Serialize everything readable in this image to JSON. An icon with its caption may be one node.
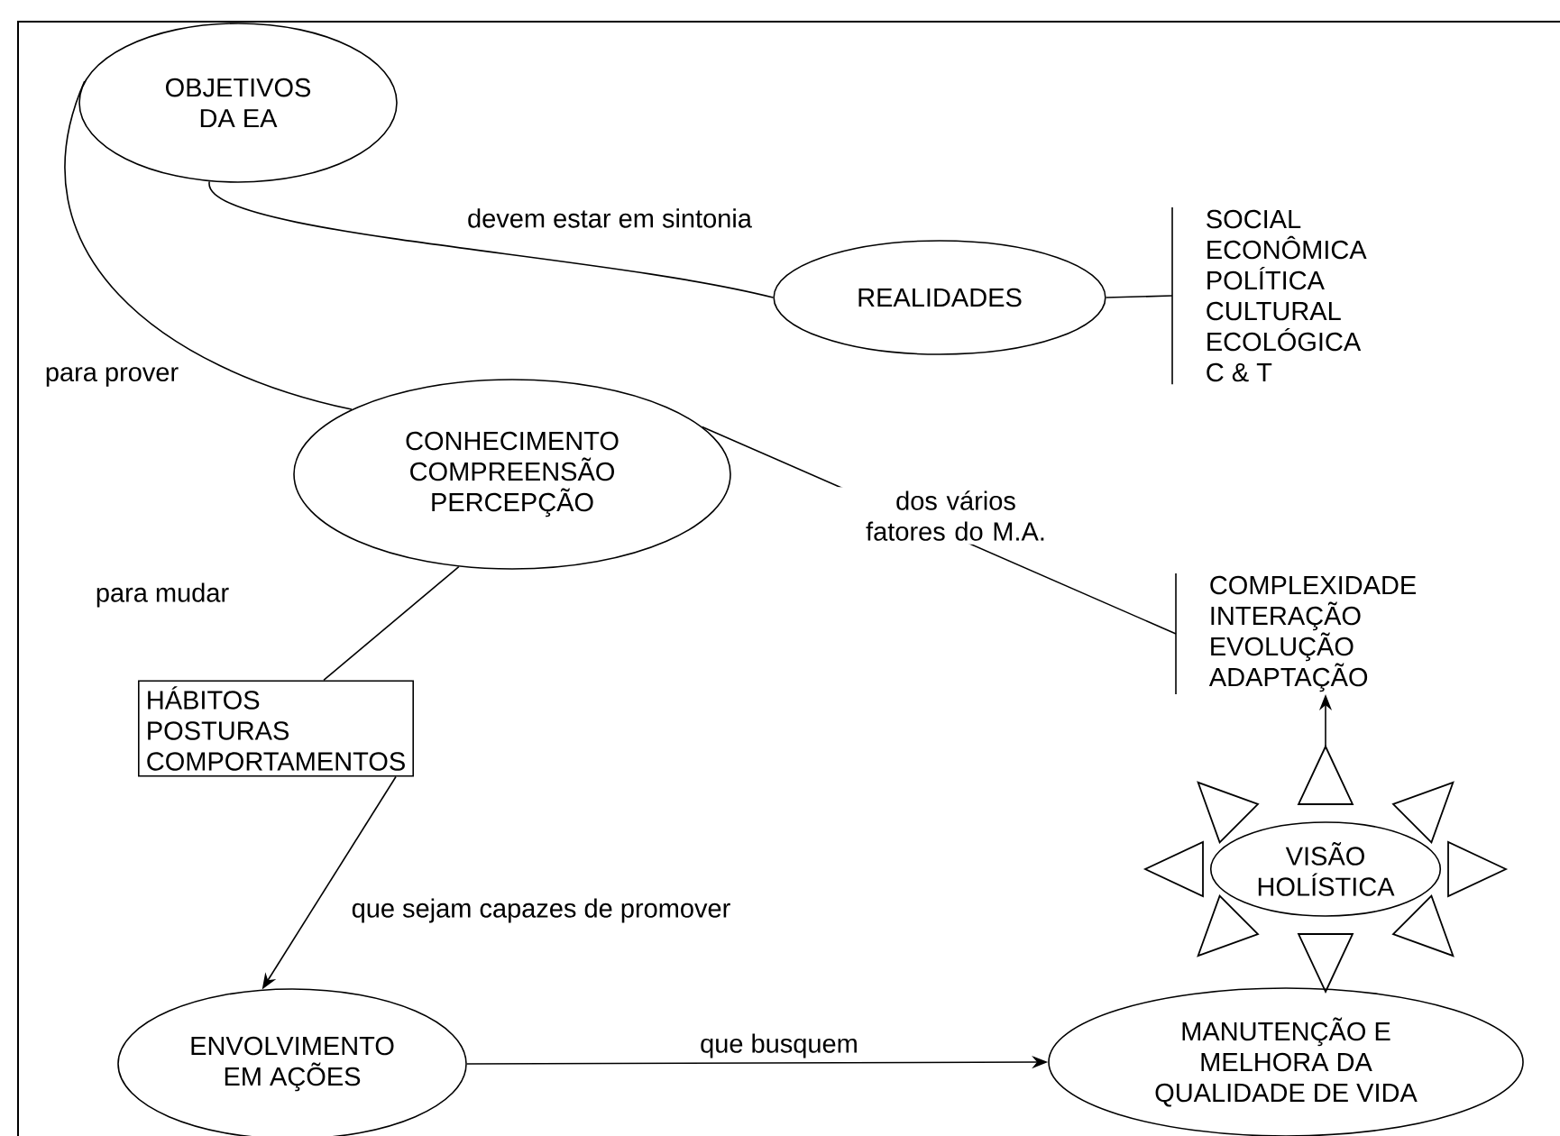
{
  "diagram": {
    "nodes": [
      {
        "text": [
          "OBJETIVOS DA EA"
        ]
      },
      {
        "text": [
          "REALIDADES"
        ]
      },
      {
        "text": [
          "SOCIAL",
          "ECONÔMICA",
          "POLÍTICA",
          "CULTURAL",
          "ECOLÓGICA",
          "C & T"
        ]
      },
      {
        "text": [
          "CONHECIMENTO",
          "COMPREENSÃO",
          "PERCEPÇÃO"
        ]
      },
      {
        "text": [
          "COMPLEXIDADE",
          "INTERAÇÃO",
          "EVOLUÇÃO",
          "ADAPTAÇÃO"
        ]
      },
      {
        "text": [
          "HÁBITOS",
          "POSTURAS",
          "COMPORTAMENTOS"
        ]
      },
      {
        "text": [
          "VISÃO HOLÍSTICA"
        ]
      },
      {
        "text": [
          "ENVOLVIMENTO EM AÇÕES"
        ]
      },
      {
        "text": [
          "MANUTENÇÃO E MELHORA DA QUALIDADE DE VIDA"
        ]
      }
    ],
    "edges": [
      {
        "from": 0,
        "to": 1,
        "arrow": "none",
        "label": "devem estar em sintonia"
      },
      {
        "from": 0,
        "to": 3,
        "arrow": "none",
        "label": "para prover"
      },
      {
        "from": 1,
        "to": 2,
        "arrow": "none"
      },
      {
        "from": 3,
        "to": 4,
        "arrow": "none",
        "label": "dos vários fatores do M.A."
      },
      {
        "from": 3,
        "to": 5,
        "arrow": "none",
        "label": "para mudar"
      },
      {
        "from": 5,
        "to": 7,
        "arrow": "to",
        "label": "que sejam capazes de promover"
      },
      {
        "from": 7,
        "to": 8,
        "arrow": "to",
        "label": "que busquem"
      },
      {
        "from": 6,
        "to": 4,
        "arrow": "to"
      }
    ]
  }
}
